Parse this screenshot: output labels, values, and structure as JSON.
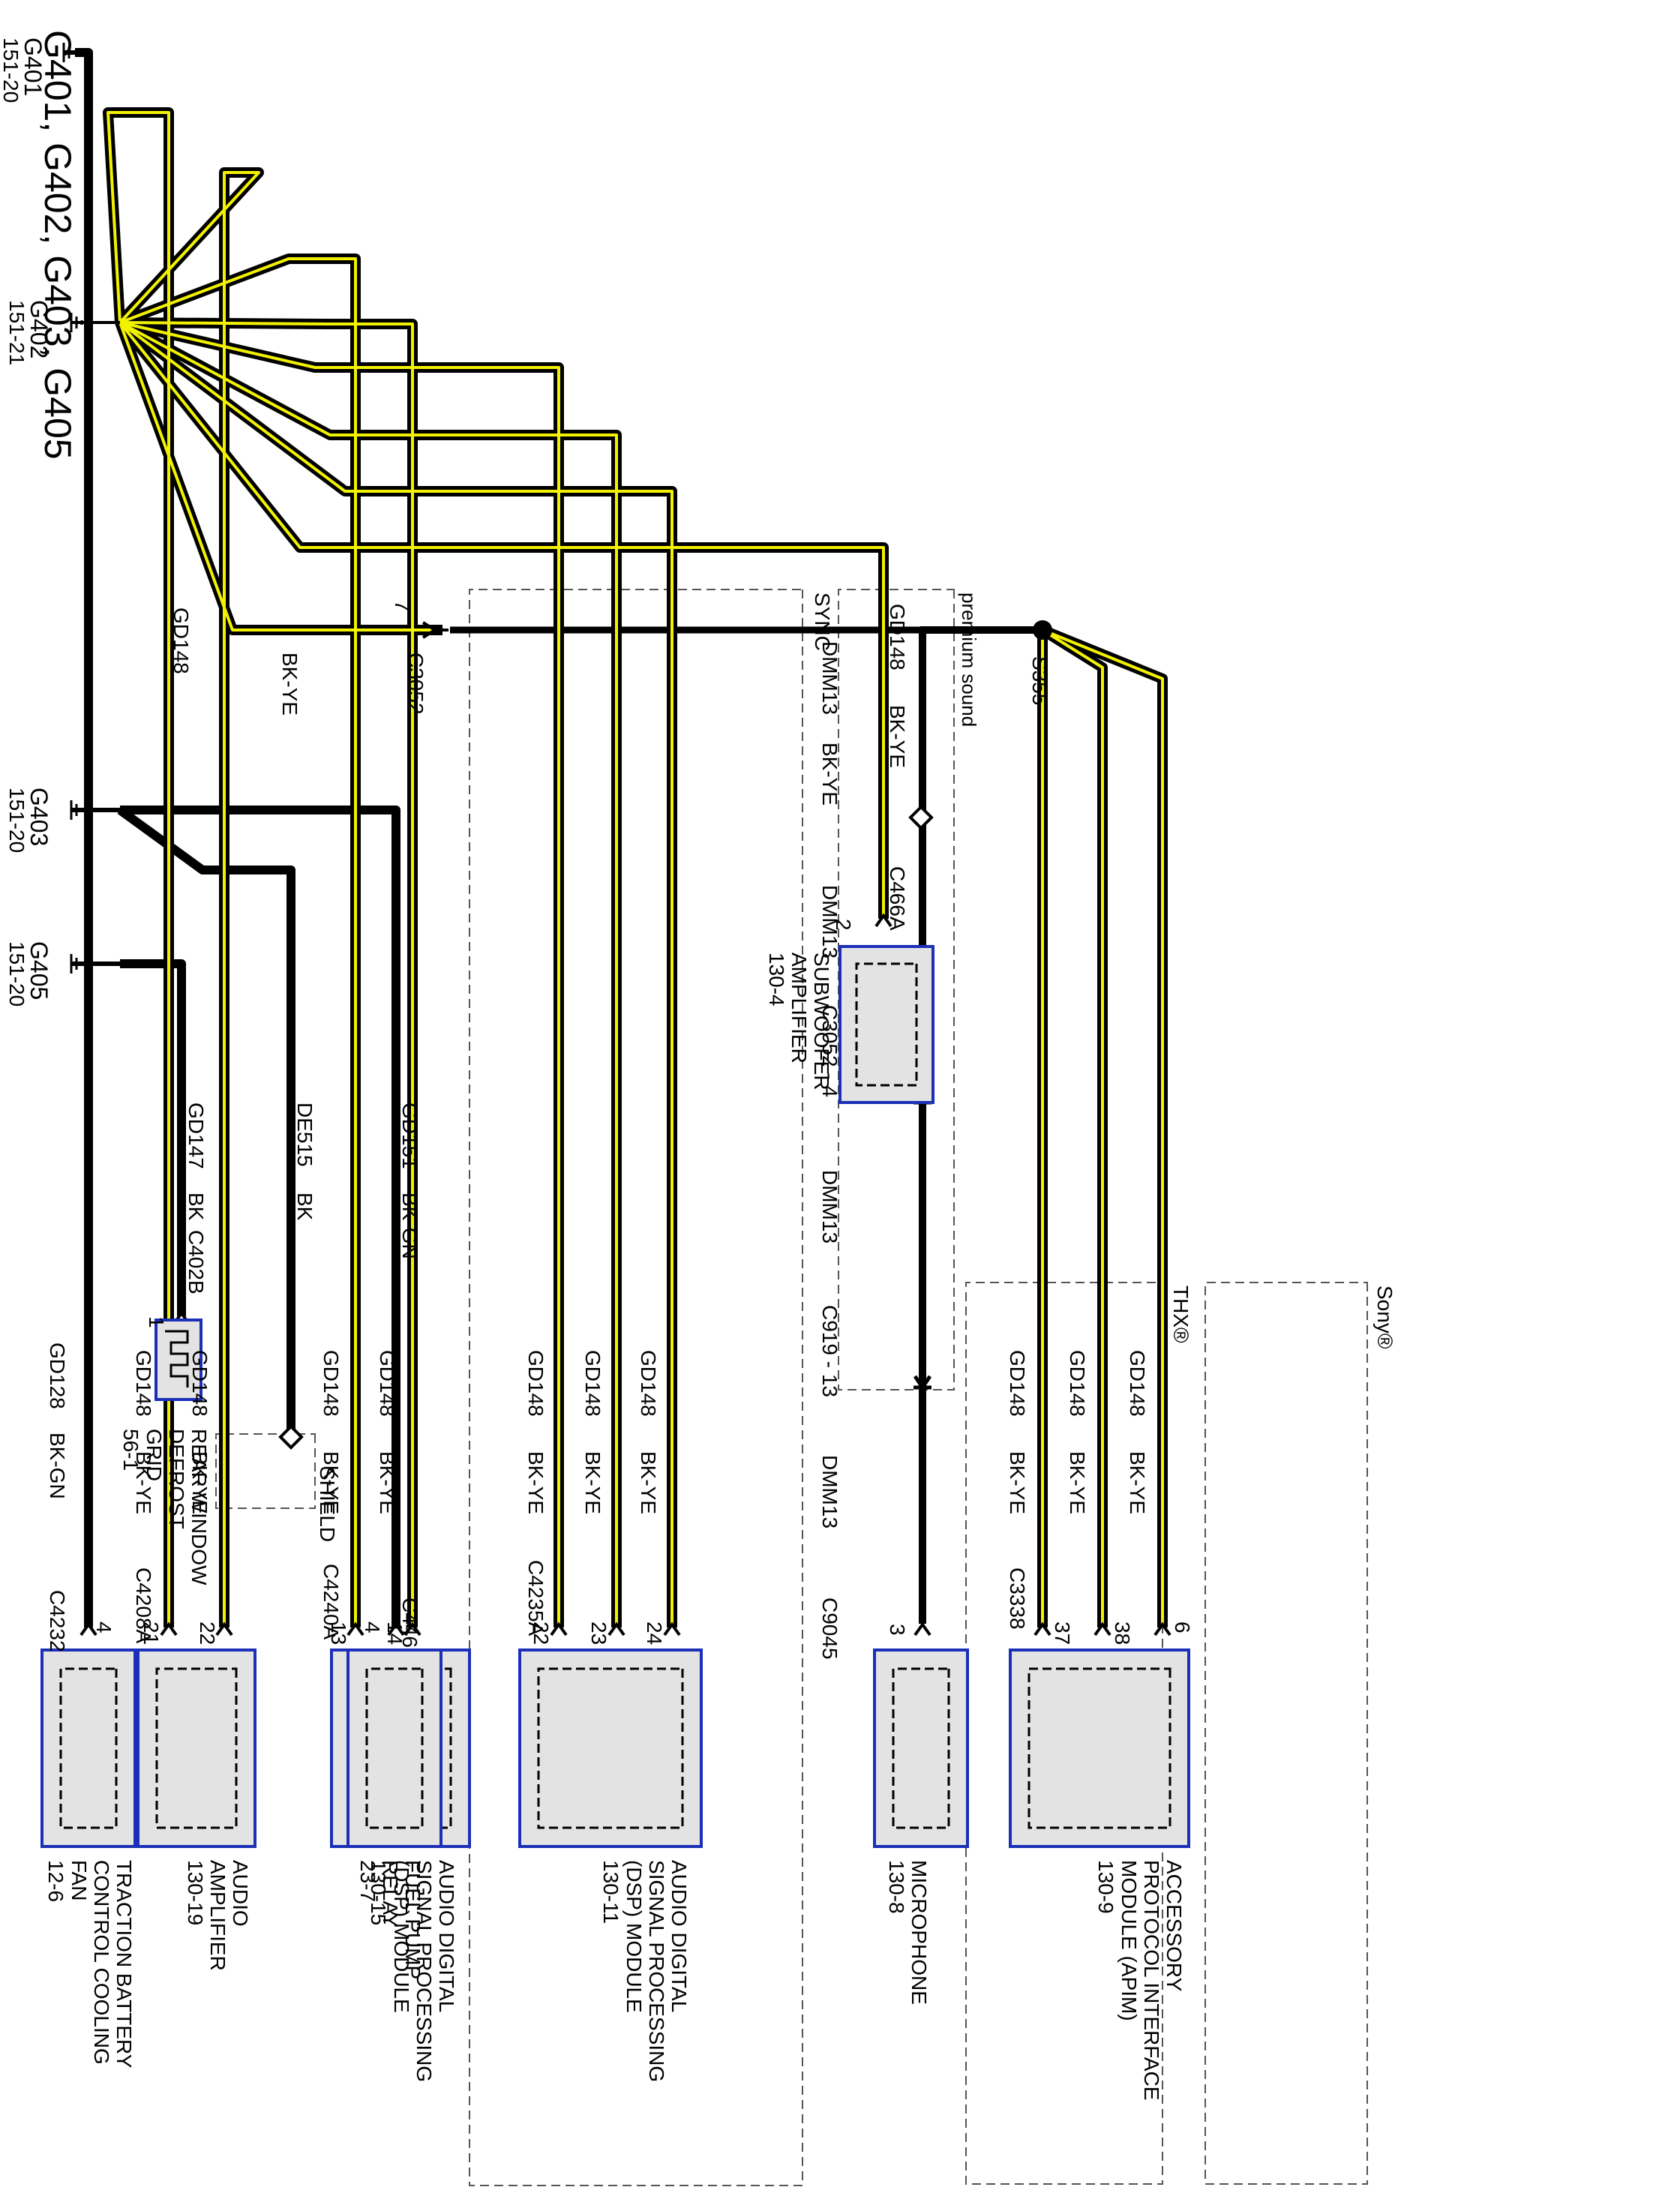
{
  "title": "G401, G402, G403, G405",
  "grounds": {
    "g401": {
      "name": "G401",
      "ref": "151-20"
    },
    "g402": {
      "name": "G402",
      "ref": "151-21"
    },
    "g403": {
      "name": "G403",
      "ref": "151-20"
    },
    "g405": {
      "name": "G405",
      "ref": "151-20"
    }
  },
  "groups": {
    "premium_sound": "premium sound",
    "sync": "SYNC",
    "thx": "THX®",
    "sony": "Sony®"
  },
  "wires": {
    "gd128": {
      "circuit": "GD128",
      "color": "BK-GN"
    },
    "gd148": {
      "circuit": "GD148",
      "color": "BK-YE"
    },
    "dmm13": {
      "circuit": "DMM13",
      "color": "BK-YE"
    },
    "dmm13_plain": "DMM13",
    "gd151": {
      "circuit": "GD151",
      "color": "BK-GN"
    },
    "de515": {
      "circuit": "DE515",
      "color": "BK"
    },
    "gd147": {
      "circuit": "GD147",
      "color": "BK"
    }
  },
  "connectors": {
    "c3052": "C3052",
    "c3052_pin": "7",
    "s355": "S355",
    "c466a": "C466A",
    "c466a_pin": "2",
    "c3052_4": "C3052 - 4",
    "c919_13": "C919 - 13",
    "c4232": "C4232",
    "c4232_pin": "4",
    "c4208a": "C4208A",
    "c4208a_pins": [
      "21",
      "22"
    ],
    "c4240a": "C4240A",
    "c4240a_pins": [
      "13",
      "14"
    ],
    "c4235a": "C4235A",
    "c4235a_pins": [
      "22",
      "23",
      "24"
    ],
    "c9045": "C9045",
    "c9045_pin": "3",
    "c3338": "C3338",
    "c3338_pins": [
      "37",
      "38",
      "6"
    ],
    "c446": "C446",
    "c446_pin": "4",
    "c402b": "C402B",
    "c402b_pin": "1"
  },
  "components": {
    "traction_fan": "TRACTION BATTERY\nCONTROL COOLING\nFAN\n12-6",
    "audio_amp": "AUDIO\nAMPLIFIER\n130-19",
    "dsp_sony": "AUDIO DIGITAL\nSIGNAL PROCESSING\n(DSP) MODULE\n130-15",
    "dsp_thx": "AUDIO DIGITAL\nSIGNAL PROCESSING\n(DSP) MODULE\n130-11",
    "subwoofer": "SUBWOOFER\nAMPLIFIER\n130-4",
    "microphone": "MICROPHONE\n130-8",
    "apim": "ACCESSORY\nPROTOCOL INTERFACE\nMODULE (APIM)\n130-9",
    "fuel_pump": "FUEL PUMP\nRELAY\n23-7",
    "rear_defrost": "REAR WINDOW\nDEFROST\nGRID\n56-1",
    "shield": "SHIELD"
  },
  "colors": {
    "wire_black": "#000000",
    "wire_stripe": "#f2f200",
    "box_fill": "#e3e3e3",
    "box_border": "#1c2fb8"
  }
}
